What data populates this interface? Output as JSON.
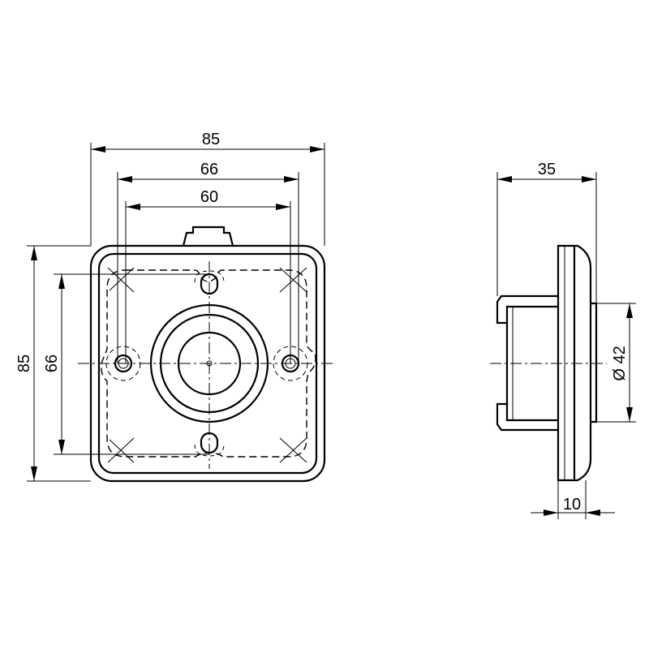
{
  "front_view": {
    "dimensions": {
      "overall_width": "85",
      "hole_spacing_outer": "66",
      "hole_spacing_inner": "60",
      "overall_height": "85",
      "hole_spacing_vertical": "66"
    }
  },
  "side_view": {
    "dimensions": {
      "depth": "35",
      "diameter": "Ø 42",
      "flange_thickness": "10"
    }
  },
  "colors": {
    "line": "#000000",
    "background": "#ffffff"
  }
}
